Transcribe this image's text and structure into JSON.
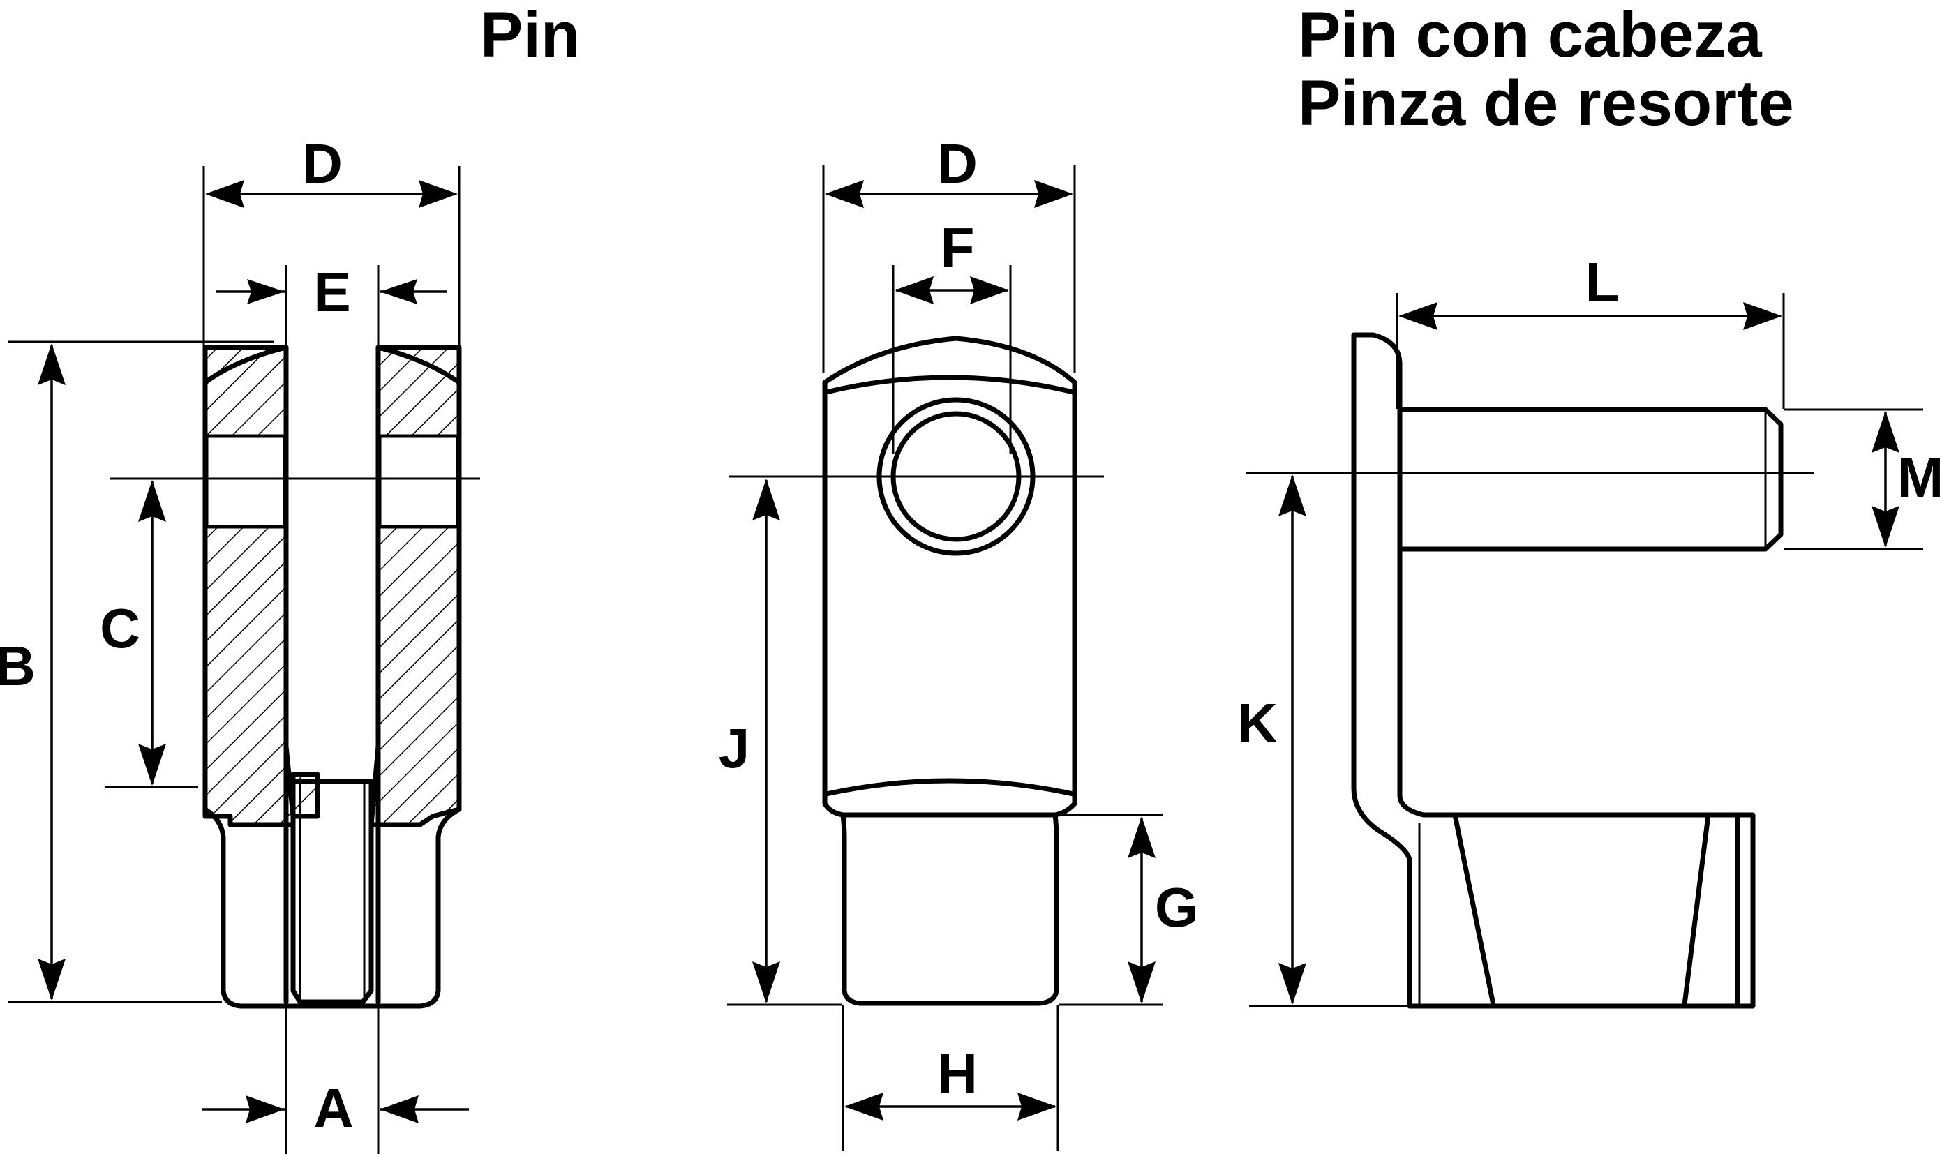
{
  "titles": {
    "pin": "Pin",
    "pin_head": "Pin con cabeza",
    "spring_clip": "Pinza de resorte"
  },
  "labels": {
    "A": "A",
    "B": "B",
    "C": "C",
    "D": "D",
    "E": "E",
    "F": "F",
    "G": "G",
    "H": "H",
    "J": "J",
    "K": "K",
    "L": "L",
    "M": "M"
  },
  "colors": {
    "line": "#000000",
    "background": "#ffffff"
  }
}
